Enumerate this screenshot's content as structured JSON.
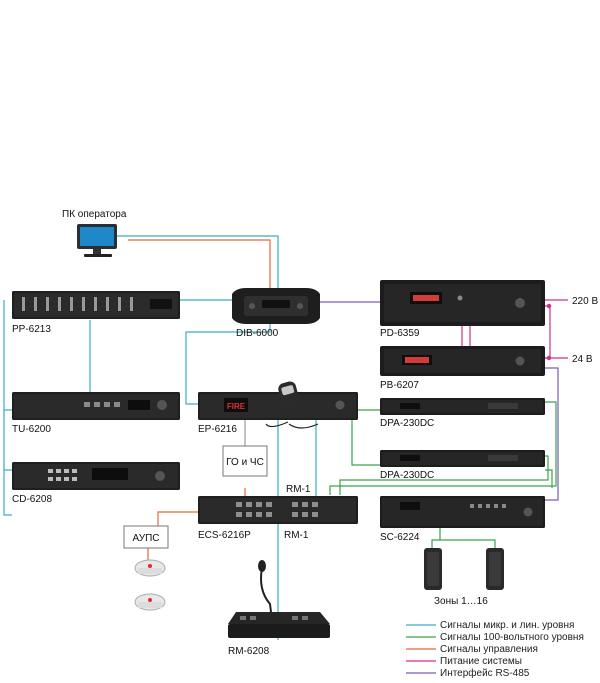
{
  "colors": {
    "audio": "#3aaec0",
    "speaker": "#3aa54a",
    "control": "#e8663a",
    "power": "#cf2f86",
    "rs485": "#7d5bb7",
    "device": "#1b1b1b"
  },
  "labels": {
    "pc": "ПК оператора",
    "pp6213": "PP-6213",
    "dib6000": "DIB-6000",
    "pd6359": "PD-6359",
    "pb6207": "PB-6207",
    "v220": "220 В",
    "v24": "24 В",
    "tu6200": "TU-6200",
    "ep6216": "EP-6216",
    "dpa1": "DPA-230DC",
    "dpa2": "DPA-230DC",
    "go_chs": "ГО и ЧС",
    "cd6208": "CD-6208",
    "rm1_top": "RM-1",
    "rm1_bottom": "RM-1",
    "ecs6216p": "ECS-6216P",
    "sc6224": "SC-6224",
    "aups": "АУПС",
    "zones": "Зоны 1…16",
    "rm6208": "RM-6208",
    "fire": "FIRE"
  },
  "legend": [
    {
      "text": "Сигналы микр. и лин. уровня",
      "color": "#3aaec0"
    },
    {
      "text": "Сигналы 100-вольтного уровня",
      "color": "#3aa54a"
    },
    {
      "text": "Сигналы управления",
      "color": "#e8663a"
    },
    {
      "text": "Питание системы",
      "color": "#cf2f86"
    },
    {
      "text": "Интерфейс RS-485",
      "color": "#7d5bb7"
    }
  ]
}
